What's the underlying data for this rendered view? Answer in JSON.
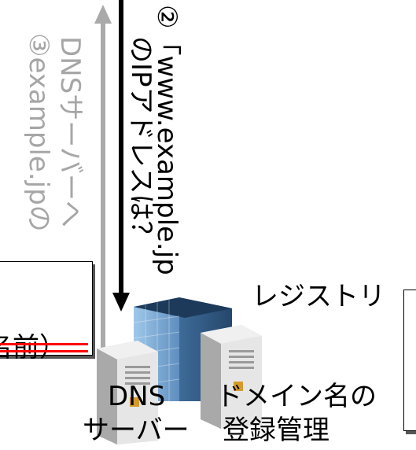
{
  "arrows": {
    "query_text_line1": "②「www.example.jp",
    "query_text_line2": "のIPアドレスは？",
    "referral_text_line1": "③example.jpの",
    "referral_text_line2": "DNSサーバーへ"
  },
  "note": {
    "text": "名前",
    "closing": "）"
  },
  "registry": {
    "label": "レジストリ"
  },
  "dns_server": {
    "label_line1": "DNS",
    "label_line2": "サーバー"
  },
  "domain_registration": {
    "label_line1": "ドメイン名の",
    "label_line2": "登録管理"
  },
  "colors": {
    "black": "#000000",
    "gray_arrow": "#aaaaaa",
    "gray_text": "#a6a6a6",
    "strike_red": "#ff0000"
  }
}
